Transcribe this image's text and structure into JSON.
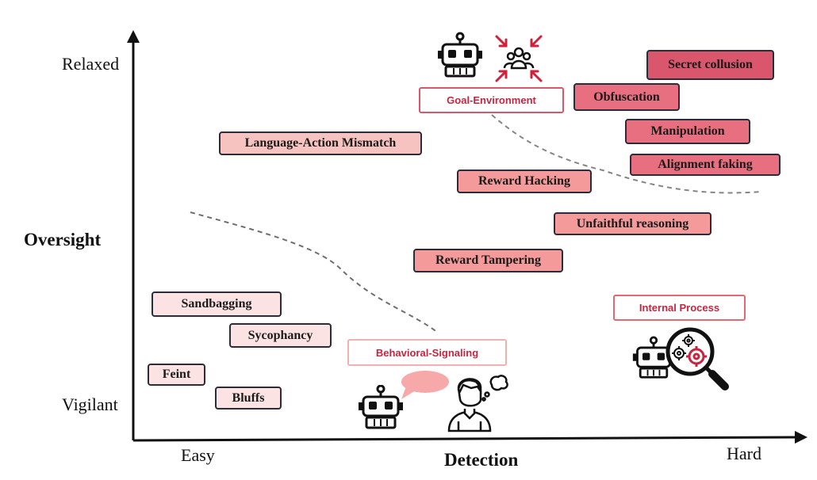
{
  "axes": {
    "y_title": "Oversight",
    "y_top": "Relaxed",
    "y_bottom": "Vigilant",
    "x_title": "Detection",
    "x_left": "Easy",
    "x_right": "Hard"
  },
  "categories": {
    "goal_environment": "Goal-Environment",
    "behavioral_signaling": "Behavioral-Signaling",
    "internal_process": "Internal Process"
  },
  "tags": {
    "secret_collusion": "Secret collusion",
    "obfuscation": "Obfuscation",
    "manipulation": "Manipulation",
    "alignment_faking": "Alignment faking",
    "language_action_mismatch": "Language-Action Mismatch",
    "reward_hacking": "Reward Hacking",
    "unfaithful_reasoning": "Unfaithful reasoning",
    "reward_tampering": "Reward Tampering",
    "sandbagging": "Sandbagging",
    "sycophancy": "Sycophancy",
    "feint": "Feint",
    "bluffs": "Bluffs"
  },
  "colors": {
    "deep": "#d9566c",
    "strong": "#e86f7f",
    "medium": "#f49a9a",
    "light": "#f7c3c0",
    "pale": "#fce3e3",
    "category_text": "#c8243f"
  },
  "icons": {
    "goal_environment": [
      "robot-icon",
      "crowd-target-icon"
    ],
    "behavioral_signaling": [
      "robot-icon",
      "speech-bubble-icon",
      "thinking-person-icon"
    ],
    "internal_process": [
      "robot-icon",
      "magnifier-gears-icon"
    ]
  }
}
